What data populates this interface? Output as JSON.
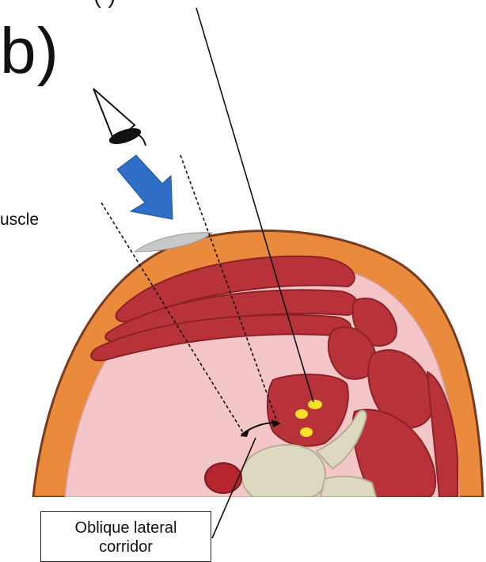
{
  "figure": {
    "panel_label": "b)",
    "top_text_fragment": "(            )",
    "side_label": "uscle",
    "callout": {
      "line1": "Oblique lateral",
      "line2": "corridor"
    }
  },
  "colors": {
    "fat_layer": "#E98A3C",
    "fat_outline": "#7A3A1E",
    "cavity": "#F4C6C8",
    "muscle": "#B8323A",
    "muscle_outline": "#8E2028",
    "bone": "#DCD9C0",
    "vessel": "#B5262E",
    "nerves": "#F7E12B",
    "arrow": "#2F6FC7",
    "skin_patch": "#C8C8C8"
  },
  "icons": [
    "eye-icon",
    "down-arrow-icon",
    "double-arrow-icon"
  ]
}
